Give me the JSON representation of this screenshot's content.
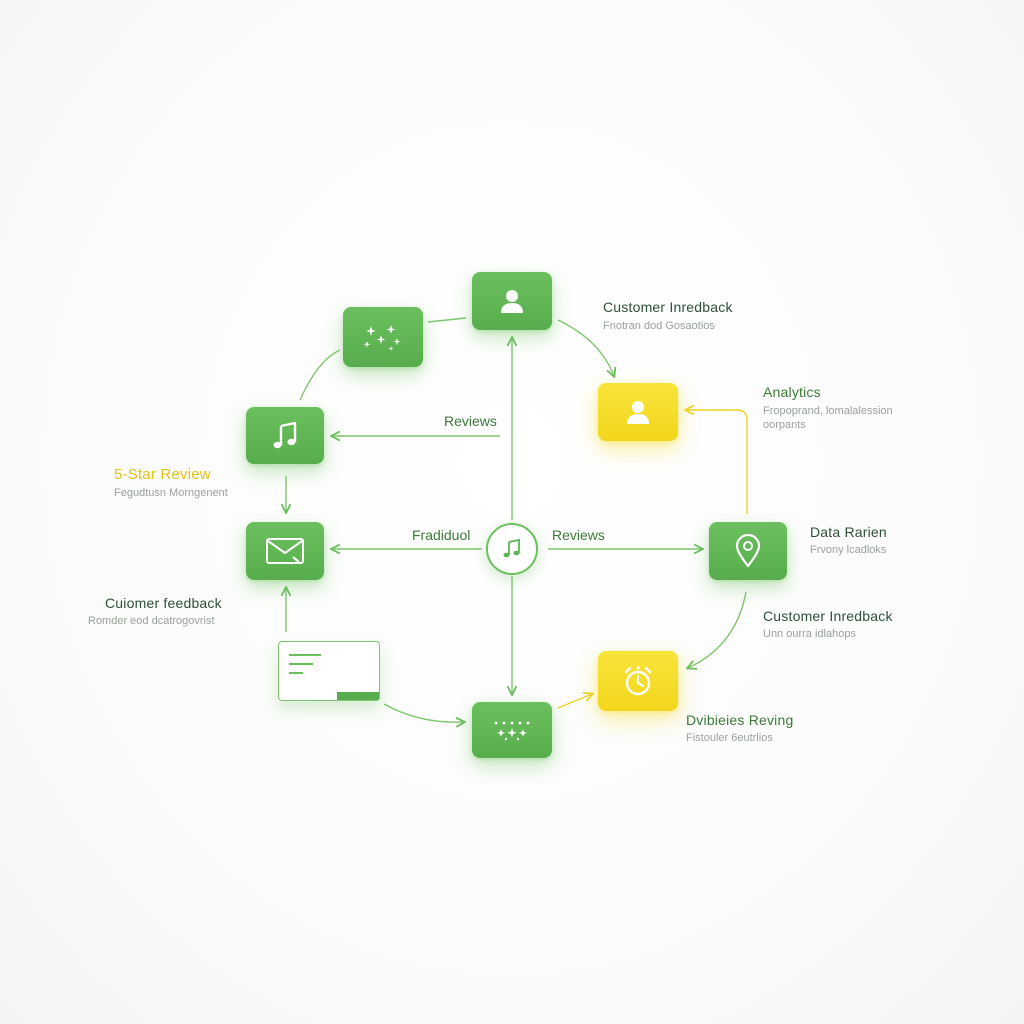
{
  "colors": {
    "green": "#5cb553",
    "green_light": "#6cbf5e",
    "yellow": "#f3d61c",
    "label_green": "#3c7a3a",
    "label_gold": "#e4c01a",
    "subtext_gray": "#9aa39b"
  },
  "nodes": [
    {
      "id": "top",
      "color": "green",
      "icon": "user-icon"
    },
    {
      "id": "upper-left",
      "color": "green",
      "icon": "sparkles-icon"
    },
    {
      "id": "music",
      "color": "green",
      "icon": "music-note-icon"
    },
    {
      "id": "mail",
      "color": "green",
      "icon": "envelope-icon"
    },
    {
      "id": "card",
      "color": "white",
      "icon": "document-card-icon"
    },
    {
      "id": "bottom",
      "color": "green",
      "icon": "stars-icon"
    },
    {
      "id": "analytics",
      "color": "yellow",
      "icon": "user-icon"
    },
    {
      "id": "location",
      "color": "green",
      "icon": "location-pin-icon"
    },
    {
      "id": "timer",
      "color": "yellow",
      "icon": "alarm-clock-icon"
    },
    {
      "id": "hub",
      "color": "white",
      "icon": "music-note-icon"
    }
  ],
  "labels": {
    "customer_inredback_top": {
      "title": "Customer Inredback",
      "subtitle": "Fnotran dod Gosaotios"
    },
    "analytics": {
      "title": "Analytics",
      "subtitle_line1": "Fropoprand, lomalalession",
      "subtitle_line2": "oorpants"
    },
    "five_star": {
      "title": "5-Star Review",
      "subtitle": "Fegudtusn Morngenent"
    },
    "data_rarien": {
      "title": "Data Rarien",
      "subtitle": "Frvony lcadloks"
    },
    "customer_feedback_left": {
      "title": "Cuiomer feedback",
      "subtitle": "Romder eod dcatrogovrist"
    },
    "customer_inredback_right": {
      "title": "Customer Inredback",
      "subtitle": "Unn ourra idlahops"
    },
    "dvibieies": {
      "title": "Dvibieies Reving",
      "subtitle": "Fistouler 6eutrlios"
    }
  },
  "wire_labels": {
    "reviews_upper": "Reviews",
    "feedback_center": "Fradiduol",
    "reviews_center": "Reviews"
  }
}
